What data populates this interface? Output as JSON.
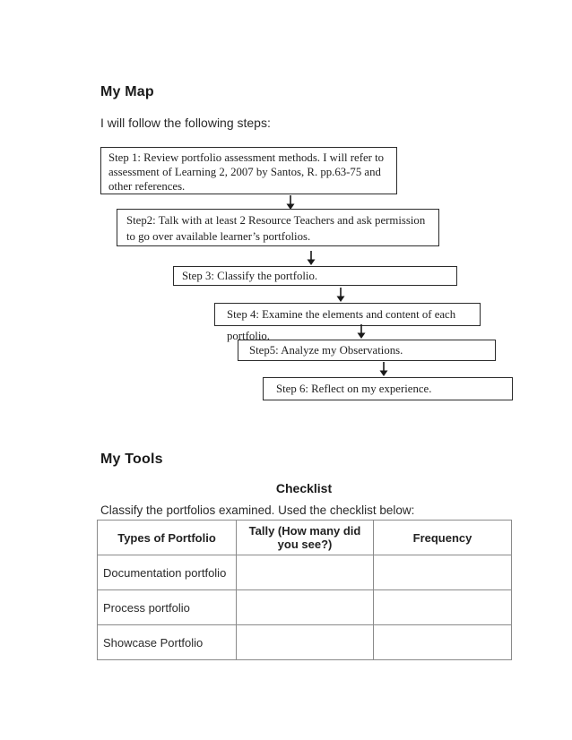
{
  "map_section": {
    "title": "My Map",
    "intro": "I will follow the following steps:",
    "steps": [
      {
        "text": "Step 1: Review portfolio assessment methods. I will refer to assessment of Learning 2, 2007 by Santos, R. pp.63-75 and other references."
      },
      {
        "text": "Step2: Talk with at least 2 Resource Teachers and ask permission to go over available learner’s portfolios."
      },
      {
        "text": "Step 3: Classify the portfolio."
      },
      {
        "text": "Step 4: Examine the elements and content of each portfolio."
      },
      {
        "text": "Step5: Analyze my Observations."
      },
      {
        "text": "Step 6: Reflect on my experience."
      }
    ]
  },
  "tools_section": {
    "title": "My Tools",
    "subtitle": "Checklist",
    "instruction": "Classify the portfolios examined. Used the checklist below:",
    "table": {
      "headers": [
        "Types of Portfolio",
        "Tally (How many did you see?)",
        "Frequency"
      ],
      "rows": [
        {
          "type": "Documentation portfolio",
          "tally": "",
          "frequency": ""
        },
        {
          "type": "Process portfolio",
          "tally": "",
          "frequency": ""
        },
        {
          "type": "Showcase Portfolio",
          "tally": "",
          "frequency": ""
        }
      ]
    }
  },
  "colors": {
    "text": "#1f1f1f",
    "box_border": "#2b2b2b",
    "table_border": "#8a8a8a"
  }
}
